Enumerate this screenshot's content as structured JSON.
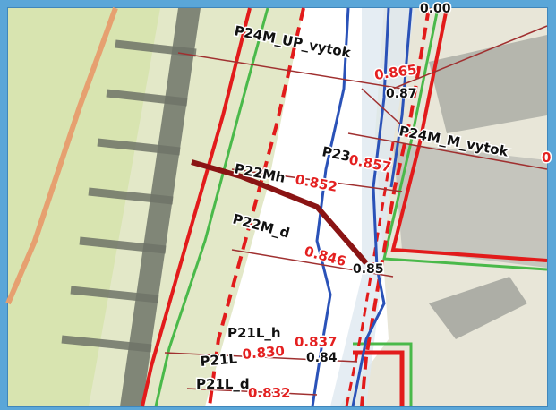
{
  "top_value": "0.00",
  "labels": [
    {
      "id": "p24m-up-vytok",
      "name": "P24M_UP_vytok",
      "value": "0.865",
      "level": "0.87"
    },
    {
      "id": "p24m-m-vytok",
      "name": "P24M_M_vytok",
      "value": "0",
      "level": ""
    },
    {
      "id": "p23",
      "name": "P23",
      "value": "0.857",
      "level": ""
    },
    {
      "id": "p22mh",
      "name": "P22Mh",
      "value": "0.852",
      "level": ""
    },
    {
      "id": "p22m-d",
      "name": "P22M_d",
      "value": "0.846",
      "level": "0.85"
    },
    {
      "id": "p21l-h",
      "name": "P21L_h",
      "value": "0.837",
      "level": "0.84"
    },
    {
      "id": "p21l",
      "name": "P21L",
      "value": "0.830",
      "level": ""
    },
    {
      "id": "p21l-d",
      "name": "P21L_d",
      "value": "0.832",
      "level": ""
    }
  ],
  "colors": {
    "frame": "#5aa6d8",
    "map_background": "#e9ecd2",
    "river_fill": "#ffffff",
    "blue_line": "#2a52b8",
    "red_line": "#e21b1b",
    "green_line": "#4ab94a",
    "dark_red_line": "#8a1414",
    "profile_line": "#a03030",
    "label_red": "#e42020"
  }
}
